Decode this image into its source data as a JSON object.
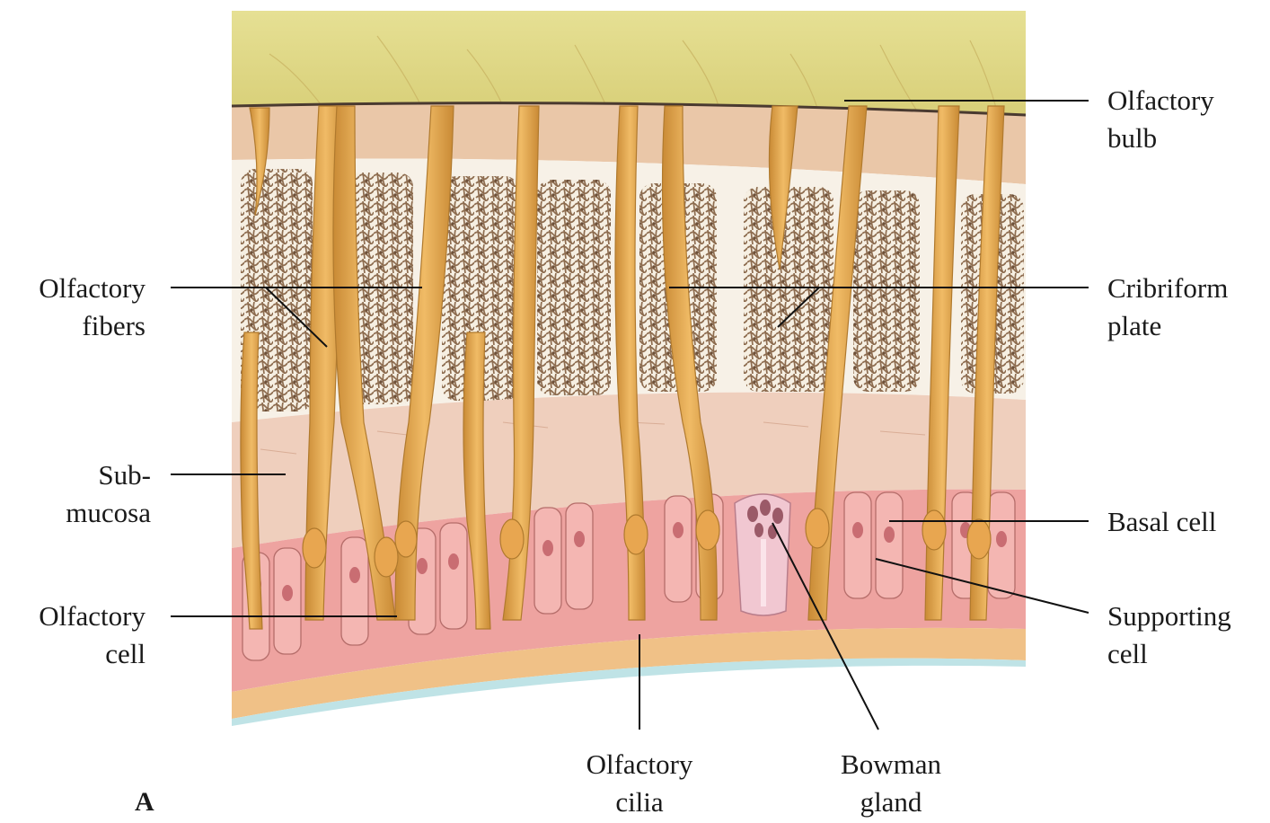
{
  "panel_letter": "A",
  "labels": {
    "olfactory_bulb": [
      "Olfactory",
      "bulb"
    ],
    "cribriform_plate": [
      "Cribriform",
      "plate"
    ],
    "basal_cell": [
      "Basal cell"
    ],
    "supporting_cell": [
      "Supporting",
      "cell"
    ],
    "olfactory_fibers": [
      "Olfactory",
      "fibers"
    ],
    "submucosa": [
      "Sub-",
      "mucosa"
    ],
    "olfactory_cell": [
      "Olfactory",
      "cell"
    ],
    "olfactory_cilia": [
      "Olfactory",
      "cilia"
    ],
    "bowman_gland": [
      "Bowman",
      "gland"
    ]
  },
  "colors": {
    "bulb": "#e2dc8a",
    "dura": "#e9c4a4",
    "bone": "#f7f1e7",
    "bone_trabeculae": "#8a6a4e",
    "submucosa": "#efcfbd",
    "epithelium": "#eea3a0",
    "nerve": "#e8ab55",
    "nerve_dark": "#c98a35",
    "mucus": "#bfe3e6"
  }
}
